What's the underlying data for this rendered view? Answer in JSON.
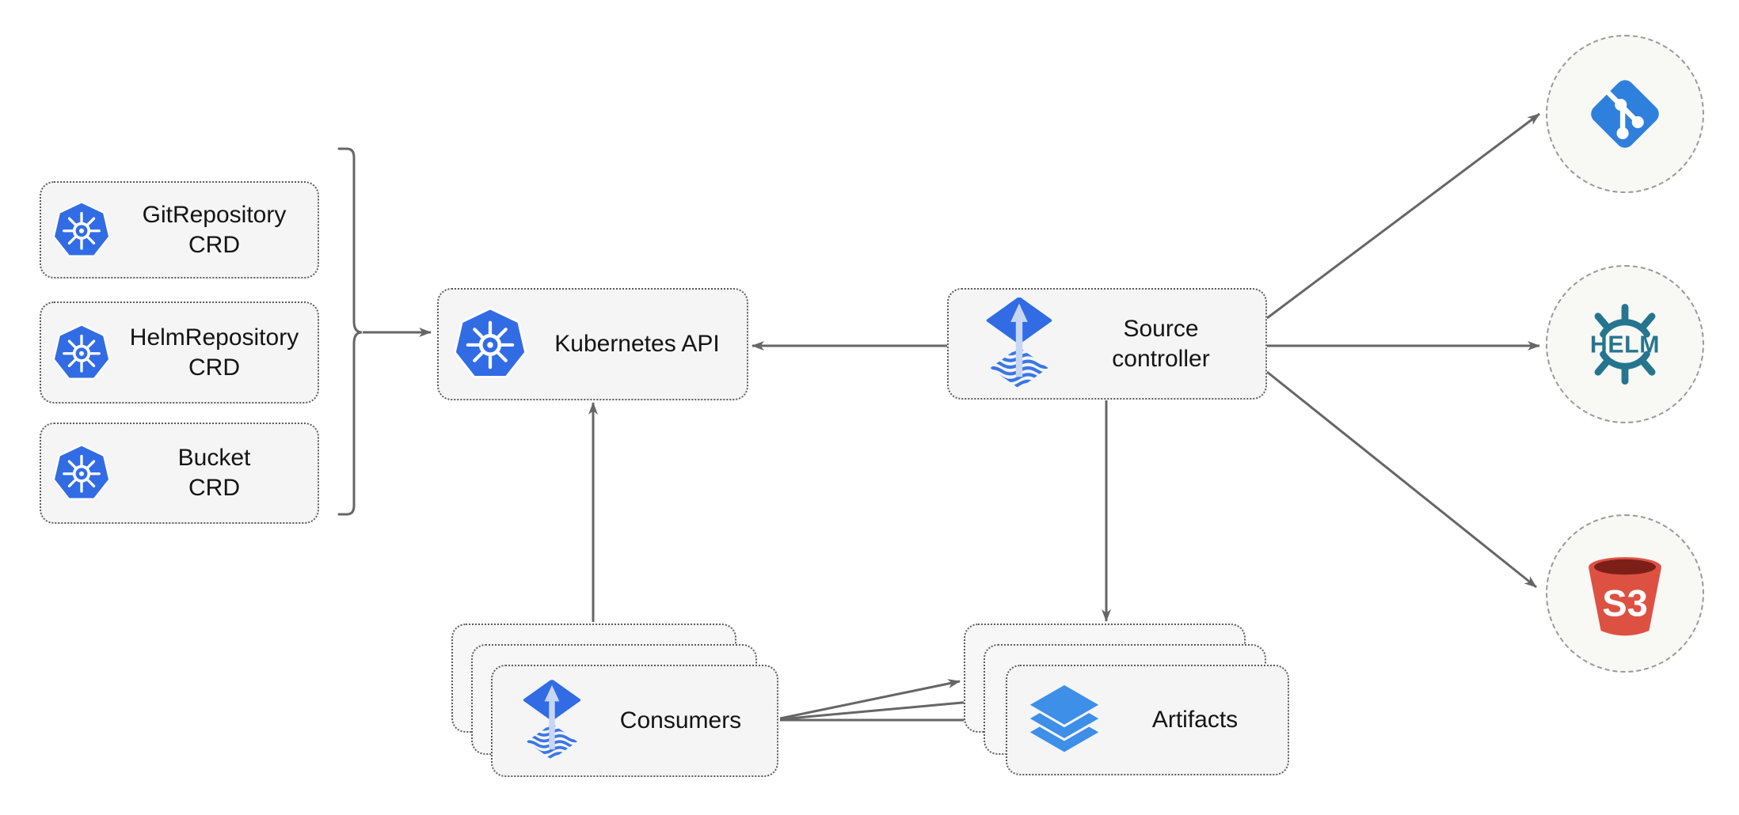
{
  "diagram": {
    "crd_boxes": [
      {
        "line1": "GitRepository",
        "line2": "CRD",
        "icon": "kubernetes-icon"
      },
      {
        "line1": "HelmRepository",
        "line2": "CRD",
        "icon": "kubernetes-icon"
      },
      {
        "line1": "Bucket",
        "line2": "CRD",
        "icon": "kubernetes-icon"
      }
    ],
    "kubernetes_api": {
      "label": "Kubernetes API",
      "icon": "kubernetes-icon"
    },
    "source_controller": {
      "line1": "Source",
      "line2": "controller",
      "icon": "flux-icon"
    },
    "consumers": {
      "label": "Consumers",
      "icon": "flux-icon",
      "stack_count": 3
    },
    "artifacts": {
      "label": "Artifacts",
      "icon": "layers-icon",
      "stack_count": 3
    },
    "external_sources": {
      "git": {
        "name": "Git",
        "icon": "git-icon"
      },
      "helm": {
        "name": "Helm",
        "icon": "helm-icon",
        "logo_text": "HELM"
      },
      "s3": {
        "name": "S3",
        "icon": "s3-bucket-icon",
        "logo_text": "S3"
      }
    },
    "colors": {
      "box_fill": "#f5f5f5",
      "box_border": "#5c5c5c",
      "arrow": "#666666",
      "kubernetes_blue": "#326ce5",
      "flux_blue": "#316ce4",
      "git_blue": "#2f80dc",
      "helm_teal": "#26758f",
      "s3_red": "#dd5143",
      "s3_dark_red": "#7c2017",
      "layers_blue": "#3d8fe8",
      "circle_fill": "#f8f8f5",
      "circle_border": "#9a9a9a"
    }
  }
}
